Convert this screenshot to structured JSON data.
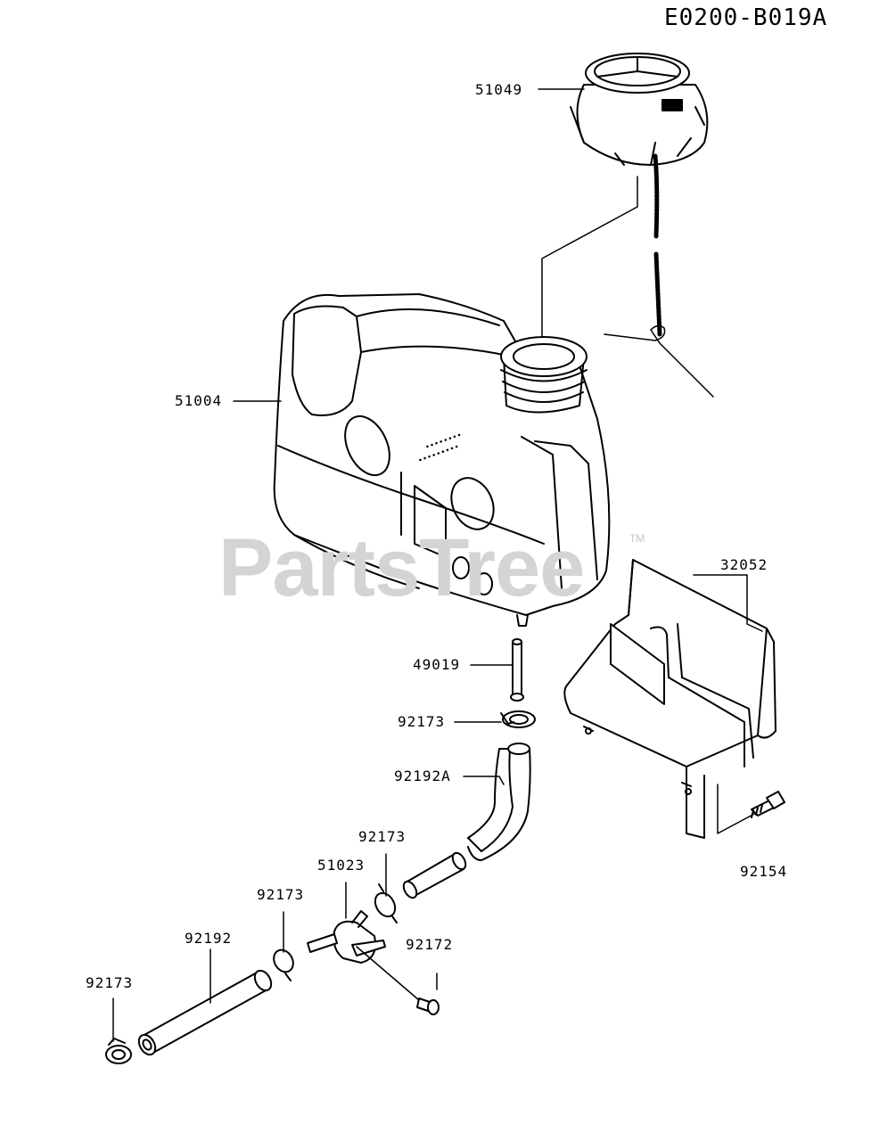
{
  "diagram_code": "E0200-B019A",
  "watermark": "PartsTree",
  "watermark_tm": "TM",
  "parts": {
    "cap": "51049",
    "tank": "51004",
    "bracket": "32052",
    "pipe": "49019",
    "clamp_top": "92173",
    "hose_a": "92192A",
    "clamp_mid": "92173",
    "cock": "51023",
    "clamp_left": "92173",
    "hose": "92192",
    "screw": "92172",
    "clamp_bottom": "92173",
    "bolt": "92154"
  }
}
